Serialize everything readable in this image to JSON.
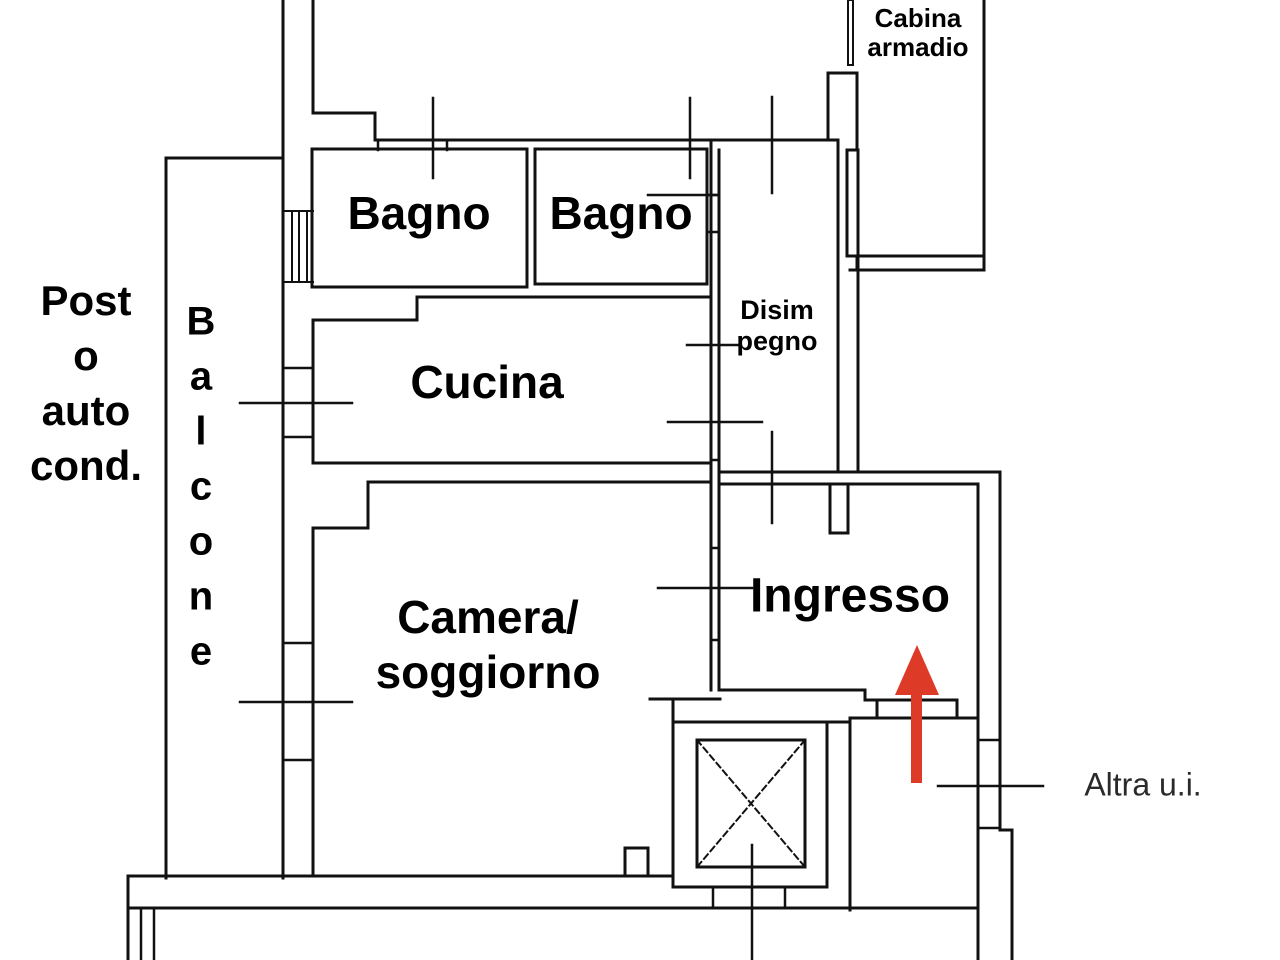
{
  "diagram_type": "floor-plan",
  "rooms": {
    "balcone": {
      "label": "Balcone",
      "letters": [
        "B",
        "a",
        "l",
        "c",
        "o",
        "n",
        "e"
      ]
    },
    "bagno_1": {
      "label": "Bagno"
    },
    "bagno_2": {
      "label": "Bagno"
    },
    "cucina": {
      "label": "Cucina"
    },
    "camera_soggiorno": {
      "line1": "Camera/",
      "line2": "soggiorno"
    },
    "disimpegno": {
      "line1": "Disim",
      "line2": "pegno"
    },
    "cabina_armadio": {
      "line1": "Cabina",
      "line2": "armadio"
    },
    "ingresso": {
      "label": "Ingresso"
    }
  },
  "annotations": {
    "parking": {
      "line1": "Post",
      "line2": "o",
      "line3": "auto",
      "line4": "cond."
    },
    "other_unit": {
      "label": "Altra u.i."
    }
  },
  "entrance_arrow": {
    "direction": "up",
    "color": "#dd3b28"
  },
  "colors": {
    "walls": "#111111",
    "background": "#ffffff",
    "text": "#000000",
    "light_text": "#2a2a2a"
  }
}
